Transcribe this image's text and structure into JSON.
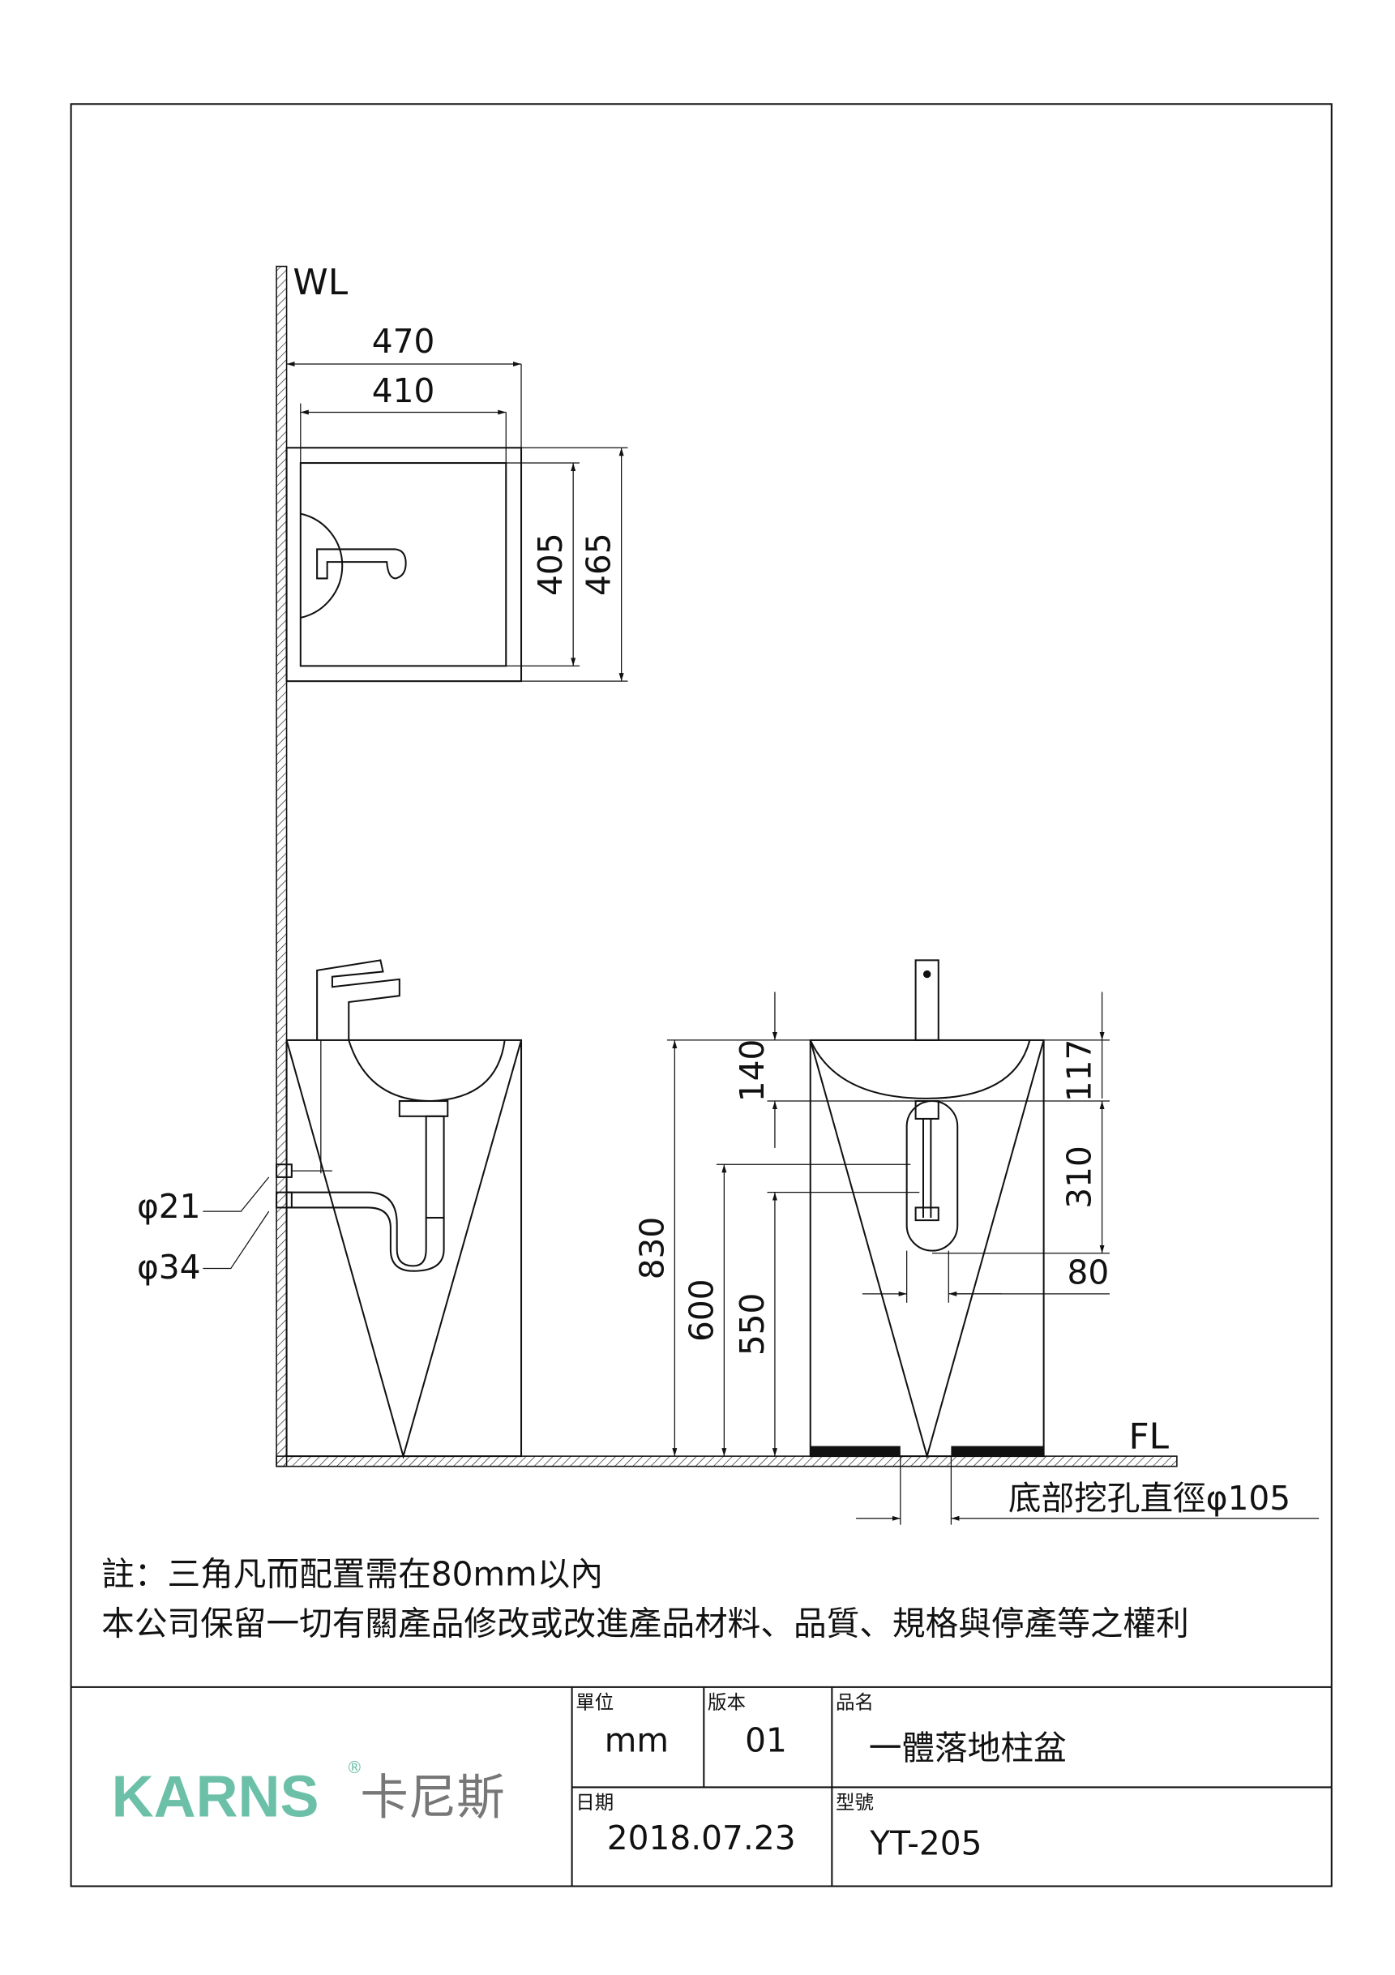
{
  "drawing": {
    "wall_label": "WL",
    "floor_label": "FL",
    "top_view": {
      "outer_width": "470",
      "inner_width": "410",
      "inner_depth": "405",
      "outer_depth": "465"
    },
    "side_view": {
      "pipe_small": "φ21",
      "pipe_large": "φ34"
    },
    "front_view": {
      "total_height": "830",
      "height_600": "600",
      "height_550": "550",
      "faucet_140": "140",
      "depth_117": "117",
      "oval_310": "310",
      "width_80": "80"
    },
    "floor_hole": "底部挖孔直徑φ105"
  },
  "notes": {
    "line1": "註：三角凡而配置需在80mm以內",
    "line2": "本公司保留一切有關產品修改或改進產品材料、品質、規格與停產等之權利"
  },
  "title_block": {
    "logo_text": "KARNS",
    "logo_cn": "卡尼斯",
    "logo_reg": "®",
    "brand_color": "#6cc0a8",
    "unit_label": "單位",
    "unit_value": "mm",
    "version_label": "版本",
    "version_value": "01",
    "name_label": "品名",
    "name_value": "一體落地柱盆",
    "date_label": "日期",
    "date_value": "2018.07.23",
    "model_label": "型號",
    "model_value": "YT-205"
  }
}
